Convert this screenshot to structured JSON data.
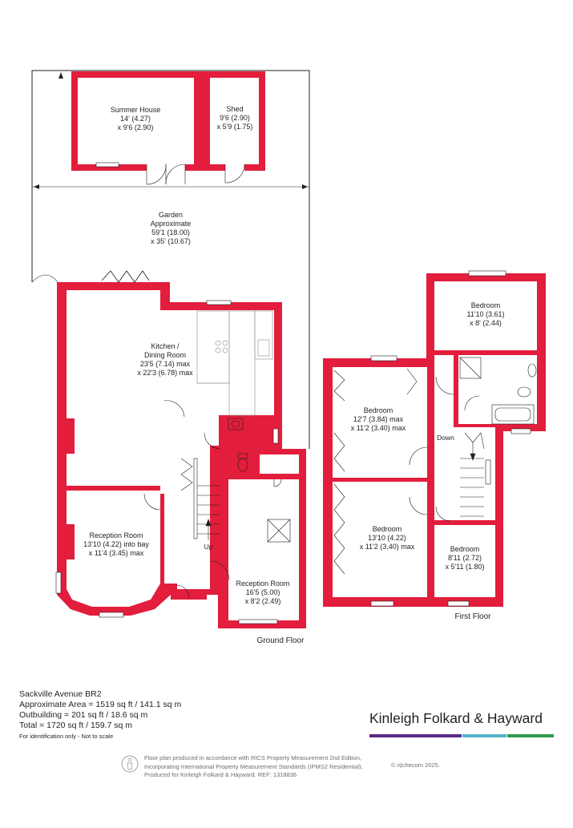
{
  "rooms": {
    "summer_house": {
      "name": "Summer House",
      "dim1": "14' (4.27)",
      "dim2": "x 9'6 (2.90)"
    },
    "shed": {
      "name": "Shed",
      "dim1": "9'6 (2.90)",
      "dim2": "x 5'9 (1.75)"
    },
    "garden": {
      "name": "Garden",
      "dim0": "Approximate",
      "dim1": "59'1 (18.00)",
      "dim2": "x 35' (10.67)"
    },
    "kitchen": {
      "name": "Kitchen /",
      "name2": "Dining Room",
      "dim1": "23'5 (7.14) max",
      "dim2": "x 22'3 (6.78) max"
    },
    "reception1": {
      "name": "Reception Room",
      "dim1": "13'10 (4.22) into bay",
      "dim2": "x 11'4 (3.45) max"
    },
    "reception2": {
      "name": "Reception Room",
      "dim1": "16'5 (5.00)",
      "dim2": "x 8'2 (2.49)"
    },
    "bedroom1": {
      "name": "Bedroom",
      "dim1": "11'10 (3.61)",
      "dim2": "x 8' (2.44)"
    },
    "bedroom2": {
      "name": "Bedroom",
      "dim1": "12'7 (3.84) max",
      "dim2": "x 11'2 (3.40) max"
    },
    "bedroom3": {
      "name": "Bedroom",
      "dim1": "13'10 (4.22)",
      "dim2": "x 11'2 (3.40) max"
    },
    "bedroom4": {
      "name": "Bedroom",
      "dim1": "8'11 (2.72)",
      "dim2": "x 5'11 (1.80)"
    }
  },
  "stairs": {
    "up": "Up",
    "down": "Down"
  },
  "floors": {
    "ground": "Ground Floor",
    "first": "First Floor"
  },
  "info": {
    "address": "Sackville Avenue   BR2",
    "area": "Approximate Area = 1519 sq ft / 141.1 sq m",
    "outbuilding": "Outbuilding = 201 sq ft / 18.6 sq m",
    "total": "Total = 1720 sq ft / 159.7 sq m",
    "note": "For identification only - Not to scale"
  },
  "brand": {
    "name": "Kinleigh Folkard & Hayward",
    "colors": [
      "#5b2a86",
      "#4fb3c9",
      "#2e9b4e"
    ]
  },
  "disclaimer": {
    "line1": "Floor plan produced in accordance with RICS Property Measurement 2nd Edition,",
    "line2": "Incorporating International Property Measurement Standards (IPMS2 Residential).",
    "line3": "Produced for Kinleigh Folkard & Hayward.   REF: 1318836",
    "credit": "© n|checom 2025."
  },
  "colors": {
    "wall": "#e31d3c",
    "line": "#231f20",
    "fixture": "#9d9d9d"
  }
}
